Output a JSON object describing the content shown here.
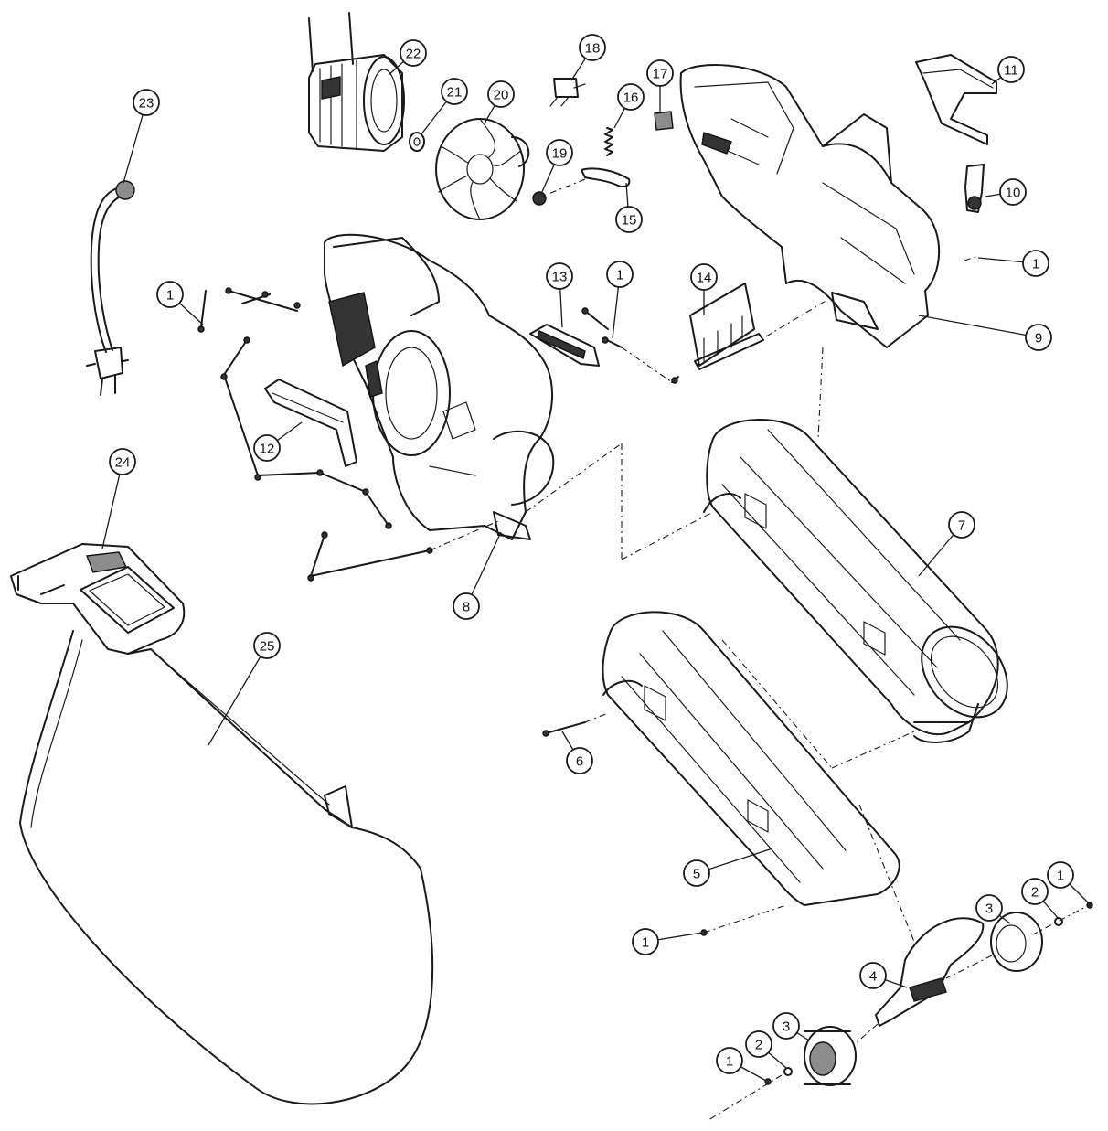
{
  "callouts": [
    "1",
    "2",
    "3",
    "4",
    "5",
    "6",
    "7",
    "8",
    "9",
    "10",
    "11",
    "12",
    "13",
    "14",
    "15",
    "16",
    "17",
    "18",
    "19",
    "20",
    "21",
    "22",
    "23",
    "24",
    "25"
  ],
  "colors": {
    "line": "#1a1a1a",
    "background": "#ffffff"
  }
}
